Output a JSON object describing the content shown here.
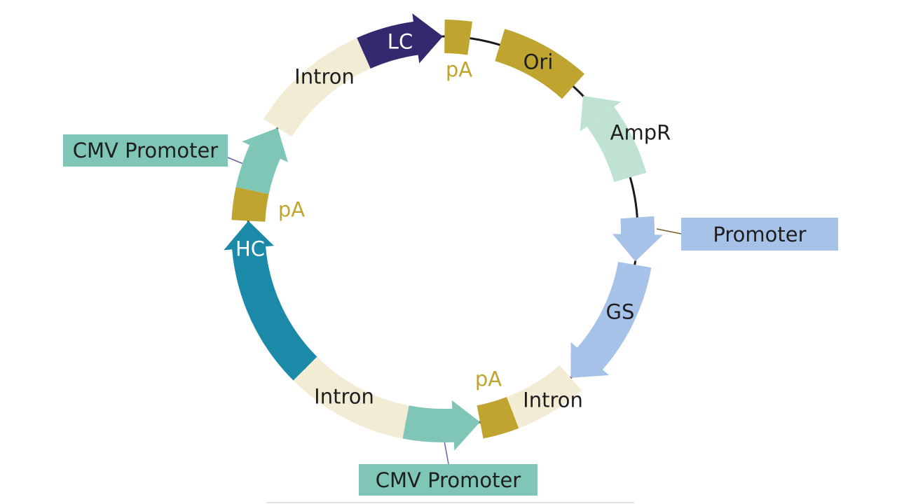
{
  "diagram": {
    "features": [
      {
        "id": "lc",
        "label": "LC",
        "color": "#33296f",
        "text_color": "#ffffff"
      },
      {
        "id": "pa_top",
        "label": "pA",
        "color": "#bfa52f",
        "text_color": "#bfa52f"
      },
      {
        "id": "ori",
        "label": "Ori",
        "color": "#bfa52f",
        "text_color": "#1e1e1e"
      },
      {
        "id": "ampr",
        "label": "AmpR",
        "color": "#c0e2d3",
        "text_color": "#1e1e1e"
      },
      {
        "id": "promoter",
        "label": "Promoter",
        "color": "#a7c2e8",
        "text_color": "#1e1e1e"
      },
      {
        "id": "gs",
        "label": "GS",
        "color": "#a7c2e8",
        "text_color": "#1e1e1e"
      },
      {
        "id": "intron_br",
        "label": "Intron",
        "color": "#f3ecd5",
        "text_color": "#1e1e1e"
      },
      {
        "id": "pa_bottom",
        "label": "pA",
        "color": "#bfa52f",
        "text_color": "#bfa52f"
      },
      {
        "id": "cmv_bottom",
        "label": "CMV Promoter",
        "color": "#80c6b7",
        "text_color": "#1e1e1e"
      },
      {
        "id": "intron_bl",
        "label": "Intron",
        "color": "#f3ecd5",
        "text_color": "#1e1e1e"
      },
      {
        "id": "hc",
        "label": "HC",
        "color": "#1b89a8",
        "text_color": "#ffffff"
      },
      {
        "id": "pa_left",
        "label": "pA",
        "color": "#bfa52f",
        "text_color": "#bfa52f"
      },
      {
        "id": "cmv_top",
        "label": "CMV Promoter",
        "color": "#80c6b7",
        "text_color": "#1e1e1e"
      },
      {
        "id": "intron_top",
        "label": "Intron",
        "color": "#f3ecd5",
        "text_color": "#1e1e1e"
      }
    ],
    "backbone_color": "#1a1a1a",
    "leader_color": "#6a5fa8"
  }
}
